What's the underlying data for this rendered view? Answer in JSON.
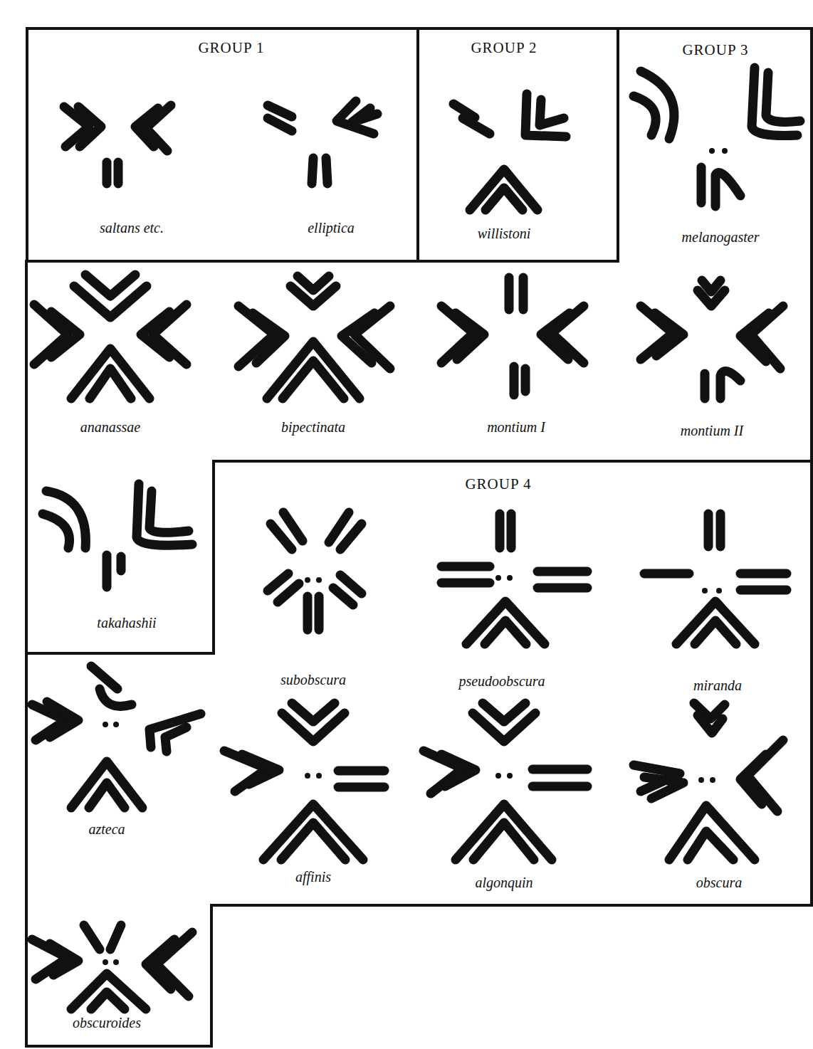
{
  "diagram": {
    "nodes": [
      {
        "text": [
          "GROUP 1",
          "saltans etc.",
          "elliptica"
        ]
      },
      {
        "text": [
          "GROUP 2",
          "willistoni"
        ]
      },
      {
        "text": [
          "GROUP 3",
          "melanogaster",
          "ananassae",
          "bipectinata",
          "montium I",
          "montium II",
          "takahashii"
        ]
      },
      {
        "text": [
          "GROUP 4",
          "subobscura",
          "pseudoobscura",
          "miranda",
          "azteca",
          "affinis",
          "algonquin",
          "obscura",
          "obscuroides"
        ]
      }
    ]
  }
}
